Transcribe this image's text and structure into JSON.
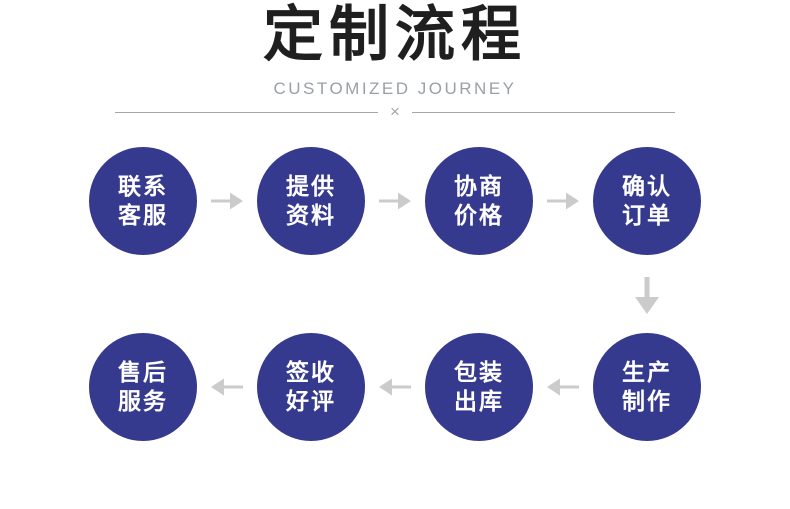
{
  "header": {
    "title": "定制流程",
    "subtitle": "CUSTOMIZED JOURNEY",
    "divider_symbol": "×"
  },
  "colors": {
    "page_bg": "#ffffff",
    "title_text": "#1f1f1f",
    "subtitle_text": "#9aa0a6",
    "divider_line": "#a6a6a6",
    "circle_bg": "#363a8e",
    "circle_text": "#ffffff",
    "arrow": "#cbcbcb"
  },
  "icons": {
    "arrow_right": "→",
    "arrow_left": "←",
    "arrow_down": "↓"
  },
  "flow": {
    "row1_direction": "left-to-right",
    "row2_direction": "right-to-left",
    "row1": [
      {
        "label_line1": "联系",
        "label_line2": "客服"
      },
      {
        "label_line1": "提供",
        "label_line2": "资料"
      },
      {
        "label_line1": "协商",
        "label_line2": "价格"
      },
      {
        "label_line1": "确认",
        "label_line2": "订单"
      }
    ],
    "row2": [
      {
        "label_line1": "售后",
        "label_line2": "服务"
      },
      {
        "label_line1": "签收",
        "label_line2": "好评"
      },
      {
        "label_line1": "包装",
        "label_line2": "出库"
      },
      {
        "label_line1": "生产",
        "label_line2": "制作"
      }
    ]
  }
}
